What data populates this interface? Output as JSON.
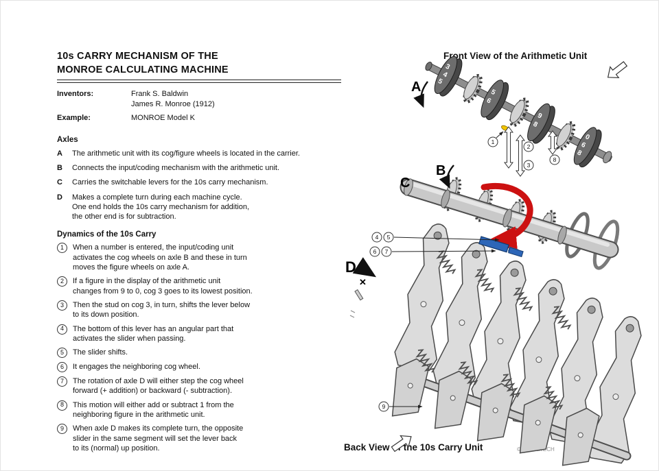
{
  "header": {
    "title_line1": "10s CARRY MECHANISM OF THE",
    "title_line2": "MONROE CALCULATING MACHINE",
    "inventors_label": "Inventors:",
    "inventors": [
      "Frank S. Baldwin",
      "James R. Monroe (1912)"
    ],
    "example_label": "Example:",
    "example_value": "MONROE Model K"
  },
  "axles_section": {
    "heading": "Axles",
    "items": [
      {
        "key": "A",
        "text": "The arithmetic unit with its cog/figure wheels is located in the carrier."
      },
      {
        "key": "B",
        "text": "Connects the input/coding mechanism with the arithmetic unit."
      },
      {
        "key": "C",
        "text": "Carries the switchable levers for the 10s carry mechanism."
      },
      {
        "key": "D",
        "text": "Makes a complete turn during each machine cycle.\nOne end holds the 10s carry mechanism for addition,\nthe other end is for subtraction."
      }
    ]
  },
  "dynamics_section": {
    "heading": "Dynamics of the 10s Carry",
    "steps": [
      {
        "num": "1",
        "text": "When a number is entered, the input/coding unit\nactivates the cog wheels on axle B and these in turn\nmoves the figure wheels on axle A."
      },
      {
        "num": "2",
        "text": "If a figure in the display of the arithmetic unit\nchanges from 9 to 0, cog 3 goes to its lowest position."
      },
      {
        "num": "3",
        "text": "Then the stud on cog 3, in turn, shifts the lever below\nto its down position."
      },
      {
        "num": "4",
        "text": "The bottom of this lever has an angular part that\nactivates the slider when passing."
      },
      {
        "num": "5",
        "text": "The slider shifts."
      },
      {
        "num": "6",
        "text": "It engages the neighboring cog wheel."
      },
      {
        "num": "7",
        "text": "The rotation of axle D will either step the cog wheel\nforward (+ addition) or backward (- subtraction)."
      },
      {
        "num": "8",
        "text": "This motion will either add or subtract 1 from the\nneighboring figure in the arithmetic unit."
      },
      {
        "num": "9",
        "text": "When axle D makes its complete turn, the opposite\nslider in the same segment will set the lever back\nto its (normal) up position."
      }
    ]
  },
  "diagram": {
    "front_view_title": "Front View of the Arithmetic Unit",
    "back_view_title": "Back View of the 10s Carry Unit",
    "copyright": "© ChriNaTECH",
    "axle_labels": {
      "a": "A",
      "b": "B",
      "c": "C",
      "d": "D"
    },
    "cross_mark": "✕",
    "callouts": [
      "1",
      "2",
      "3",
      "4",
      "5",
      "6",
      "7",
      "8",
      "9"
    ],
    "wheel_digits": [
      "3",
      "4",
      "5",
      "5",
      "6",
      "9",
      "8",
      "0",
      "6",
      "8"
    ],
    "colors": {
      "red_arrow": "#cc1111",
      "slider_blue": "#2d66b8",
      "stud_yellow": "#f2c500",
      "metal_light": "#dcdcdc",
      "metal_dark": "#4e4e4e"
    }
  }
}
